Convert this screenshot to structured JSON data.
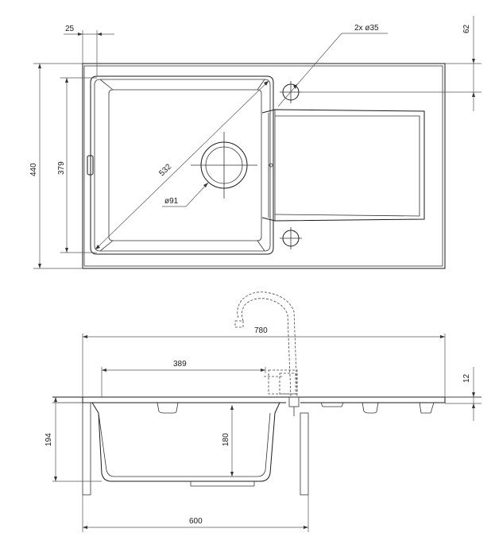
{
  "dimensions": {
    "top_view": {
      "flange_width": "25",
      "tap_holes": "2x ø35",
      "hole_offset": "62",
      "height": "440",
      "bowl_height": "379",
      "diagonal": "532",
      "drain": "ø91"
    },
    "side_view": {
      "total_length": "780",
      "bowl_length": "389",
      "thickness": "12",
      "depth": "194",
      "bowl_depth": "180",
      "cabinet_width": "600"
    }
  },
  "colors": {
    "line": "#1a1a1a",
    "hatch": "#777777"
  }
}
